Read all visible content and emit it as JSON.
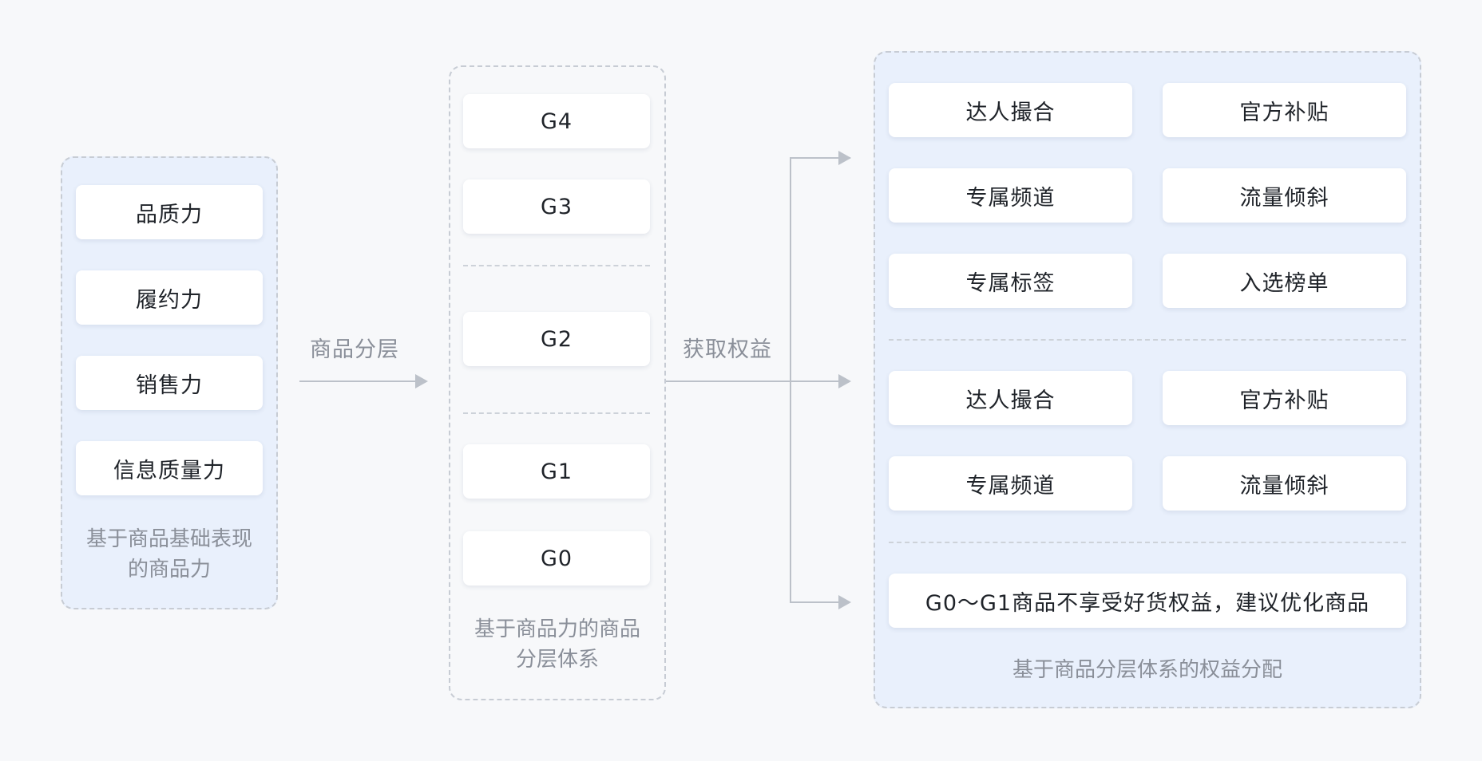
{
  "left_panel": {
    "items": [
      "品质力",
      "履约力",
      "销售力",
      "信息质量力"
    ],
    "caption_line1": "基于商品基础表现",
    "caption_line2": "的商品力"
  },
  "flow_label_1": "商品分层",
  "middle_panel": {
    "tiers": [
      "G4",
      "G3",
      "G2",
      "G1",
      "G0"
    ],
    "caption_line1": "基于商品力的商品",
    "caption_line2": "分层体系"
  },
  "flow_label_2": "获取权益",
  "right_panel": {
    "group_top": [
      "达人撮合",
      "官方补贴",
      "专属频道",
      "流量倾斜",
      "专属标签",
      "入选榜单"
    ],
    "group_mid": [
      "达人撮合",
      "官方补贴",
      "专属频道",
      "流量倾斜"
    ],
    "notice": "G0～G1商品不享受好货权益，建议优化商品",
    "caption": "基于商品分层体系的权益分配"
  }
}
